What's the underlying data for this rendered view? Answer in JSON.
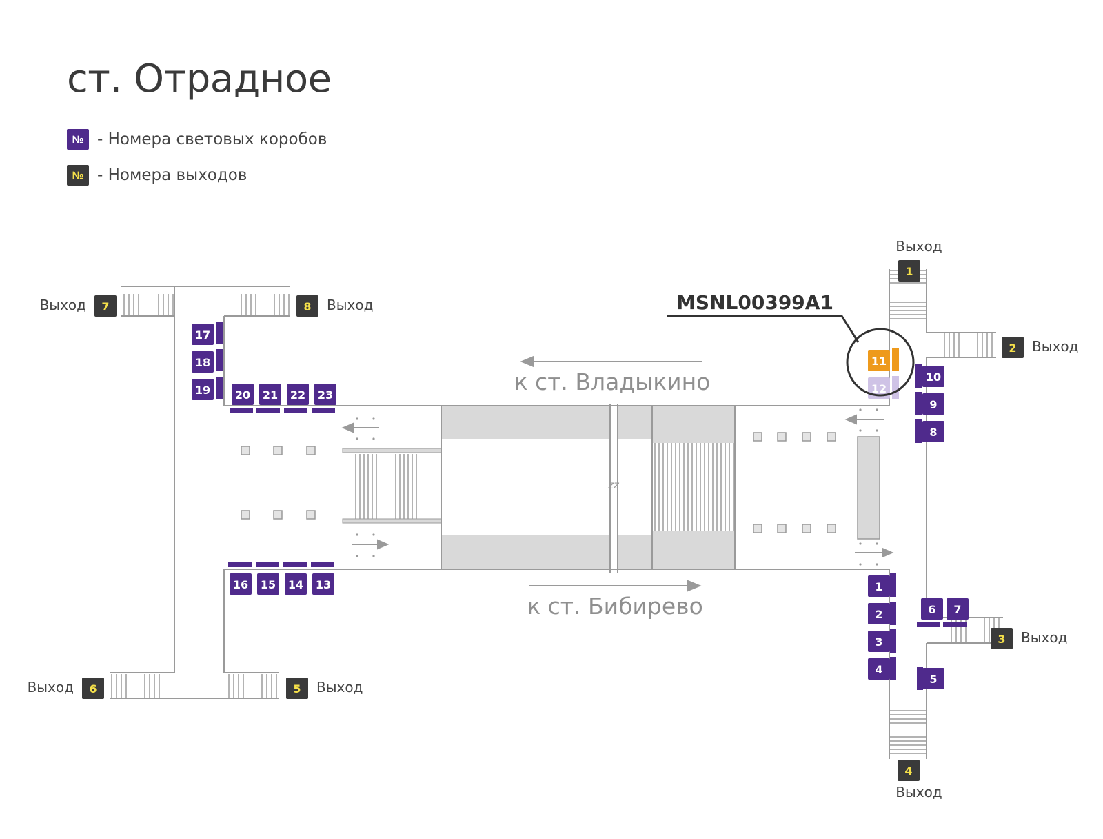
{
  "station_title": "ст. Отрадное",
  "legend": [
    {
      "symbol": "№",
      "text": "- Номера световых коробов",
      "kind": "lightbox"
    },
    {
      "symbol": "№",
      "text": "- Номера выходов",
      "kind": "exit"
    }
  ],
  "colors": {
    "lightbox": "#4f2a8c",
    "exit_box": "#3a3a3a",
    "exit_number": "#f5e04a",
    "highlight": "#ee9a1c",
    "faded": "#cfc3e6",
    "track": "#d9d9d9",
    "line": "#9a9a9a"
  },
  "exit_word": "Выход",
  "exits": [
    "1",
    "2",
    "3",
    "4",
    "5",
    "6",
    "7",
    "8"
  ],
  "lightboxes": [
    "1",
    "2",
    "3",
    "4",
    "5",
    "6",
    "7",
    "8",
    "9",
    "10",
    "11",
    "12",
    "13",
    "14",
    "15",
    "16",
    "17",
    "18",
    "19",
    "20",
    "21",
    "22",
    "23"
  ],
  "highlighted_lightbox": "11",
  "faded_lightbox": "12",
  "callout_code": "MSNL00399A1",
  "directions": {
    "top": "к ст. Владыкино",
    "bottom": "к ст. Бибирево"
  },
  "break_mark": "zz"
}
